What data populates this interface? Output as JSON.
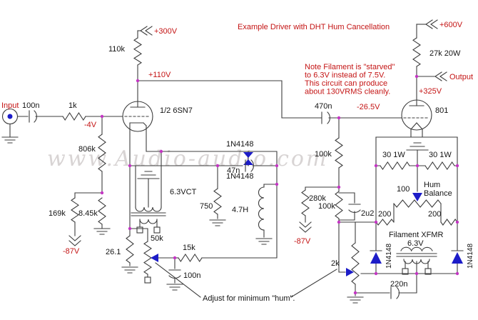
{
  "title": "Example Driver with DHT Hum Cancellation",
  "note_lines": [
    "Note Filament is \"starved\"",
    "to 6.3V instead of 7.5V.",
    "This circuit can produce",
    "about 130VRMS cleanly."
  ],
  "watermark": "www.Audio-audio.com",
  "callout": "Adjust for minimum \"hum\".",
  "io": {
    "input": "Input",
    "output": "Output"
  },
  "voltages": {
    "p300": "+300V",
    "p110": "+110V",
    "p600": "+600V",
    "p325": "+325V",
    "n4": "-4V",
    "n26_5": "-26.5V",
    "n87_left": "-87V",
    "n87_mid": "-87V"
  },
  "tubes": {
    "driver": "1/2 6SN7",
    "power": "801"
  },
  "parts": {
    "r110k": "110k",
    "r27k": "27k 20W",
    "c_in": "100n",
    "r1k": "1k",
    "r806k": "806k",
    "r169k": "169k",
    "r8_45k": "8.45k",
    "c470n": "470n",
    "d_top": "1N4148",
    "d_bot": "1N4148",
    "c47n": "47n",
    "xfmr_driver": "6.3VCT",
    "r750": "750",
    "l4_7h": "4.7H",
    "r100k_upper": "100k",
    "r280k": "280k",
    "r100k_lower": "100k",
    "c2u2": "2u2",
    "r50k": "50k",
    "r26_1": "26.1",
    "r15k": "15k",
    "c100n_gnd": "100n",
    "r30_left": "30 1W",
    "r30_right": "30 1W",
    "hum_word1": "Hum",
    "hum_word2": "Balance",
    "r100": "100",
    "r200_left": "200",
    "r200_right": "200",
    "xfmr_fil": "Filament XFMR",
    "xfmr_fil_v": "6.3V",
    "d_fil_left": "1N4148",
    "d_fil_right": "1N4148",
    "r2k": "2k",
    "c220n": "220n"
  },
  "colors": {
    "wire": "#3c3c3c",
    "label": "#141414",
    "accent_red": "#c41414",
    "diode_blue": "#1c1cc8",
    "junction_dot": "#c335c3",
    "watermark_gray": "#b9b2b2"
  }
}
